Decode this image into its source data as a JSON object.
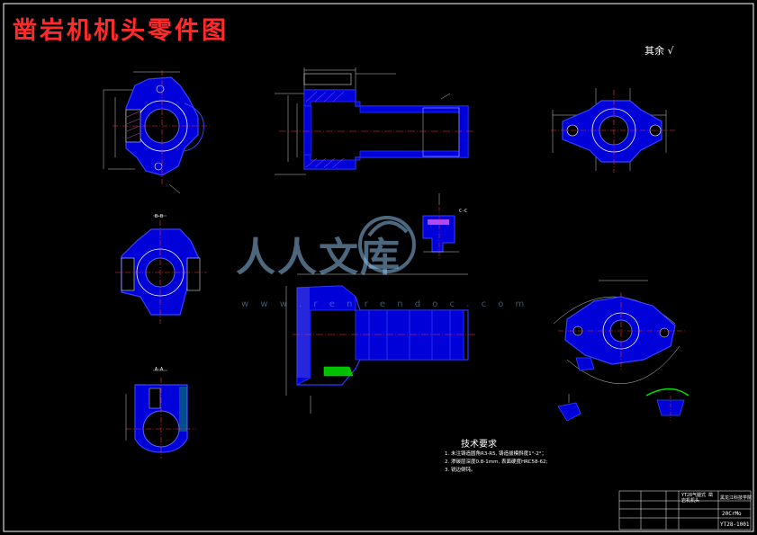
{
  "title": "凿岩机机头零件图",
  "roughness_note": "其余",
  "watermark": {
    "text": "人人文库",
    "url": "w w w . r e n r e n d o c . c o m"
  },
  "technical_requirements": {
    "heading": "技术要求",
    "items": [
      "1. 未注铸造圆角R3-R5, 铸造拔模斜度1°-2°；",
      "2. 渗碳层深度0.8-1mm, 表面硬度HRC58-62;",
      "3. 锐边倒钝。"
    ]
  },
  "section_labels": [
    "B-B",
    "C-C",
    "A-A"
  ],
  "title_block": {
    "part_name": "YT28气腿式 凿岩机机头",
    "material": "20CrMo",
    "drawing_no": "YT28-1001",
    "note": "黑龙江科技学院"
  },
  "colors": {
    "background": "#000000",
    "outline": "#1a1aff",
    "fill": "#0000d8",
    "centerline": "#ff3030",
    "dimension": "#ffffff",
    "hatch": "#ff66ff",
    "green": "#00e000",
    "title": "#ff2a2a"
  }
}
